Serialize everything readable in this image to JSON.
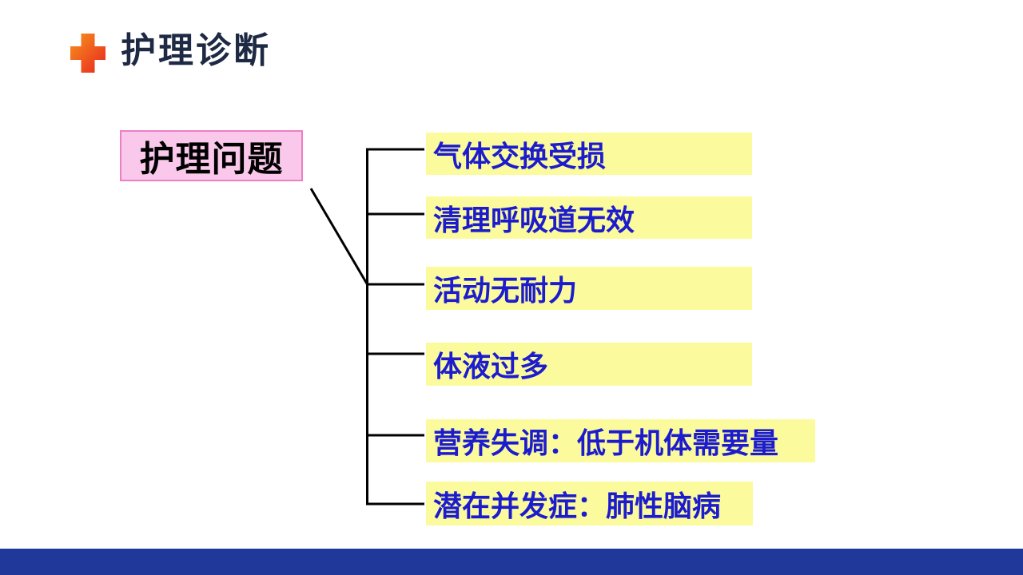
{
  "slide": {
    "header": {
      "icon": "red-cross-icon",
      "title": "护理诊断"
    },
    "root": {
      "label": "护理问题"
    },
    "items": [
      {
        "label": "气体交换受损"
      },
      {
        "label": "清理呼吸道无效"
      },
      {
        "label": "活动无耐力"
      },
      {
        "label": "体液过多"
      },
      {
        "label": "营养失调：低于机体需要量"
      },
      {
        "label": "潜在并发症：肺性脑病"
      }
    ],
    "colors": {
      "background": "#FFFFFF",
      "title_text": "#1E2A43",
      "cross_top": "#F7941D",
      "cross_bottom": "#E8251F",
      "root_fill": "#F9C8EA",
      "root_border": "#EC7FC5",
      "root_text": "#000000",
      "item_fill": "#FBFB9D",
      "item_text": "#1C1CCE",
      "connector": "#000000",
      "footer_bar": "#1F3899"
    }
  }
}
